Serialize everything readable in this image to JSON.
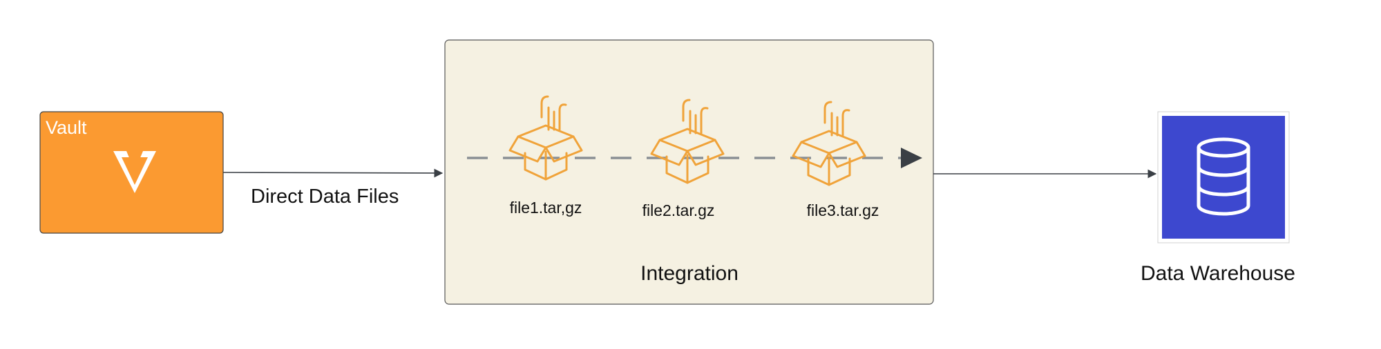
{
  "source": {
    "label": "Vault",
    "logo_letter": "V",
    "color": "#FB9A31"
  },
  "flow_label": "Direct Data Files",
  "integration": {
    "title": "Integration",
    "background": "#F5F1E2",
    "files": [
      {
        "name": "file1.tar,gz",
        "icon": "package-icon"
      },
      {
        "name": "file2.tar.gz",
        "icon": "package-icon"
      },
      {
        "name": "file3.tar.gz",
        "icon": "package-icon"
      }
    ]
  },
  "destination": {
    "label": "Data Warehouse",
    "icon": "database-icon",
    "color": "#3D48CF"
  },
  "colors": {
    "package_stroke": "#F0A33A",
    "dashed_line": "#8A8F94",
    "arrow": "#3A3F45"
  }
}
